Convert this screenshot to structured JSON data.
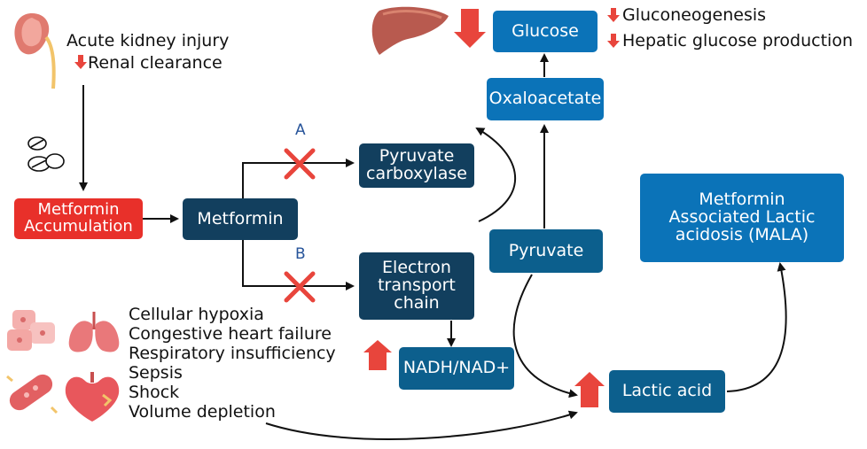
{
  "diagram": {
    "kidney_notes": [
      "Acute kidney injury",
      "Renal clearance"
    ],
    "nodes": {
      "metformin_accumulation": "Metformin Accumulation",
      "metformin": "Metformin",
      "pyruvate_carboxylase": "Pyruvate carboxylase",
      "electron_transport_chain": "Electron transport chain",
      "nadh": "NADH/NAD+",
      "pyruvate": "Pyruvate",
      "oxaloacetate": "Oxaloacetate",
      "glucose": "Glucose",
      "lactic_acid": "Lactic acid",
      "mala": "Metformin Associated Lactic acidosis (MALA)"
    },
    "path_labels": {
      "a": "A",
      "b": "B"
    },
    "glucose_effects": [
      "Gluconeogenesis",
      "Hepatic glucose production"
    ],
    "risk_factors": [
      "Cellular hypoxia",
      "Congestive heart failure",
      "Respiratory insufficiency",
      "Sepsis",
      "Shock",
      "Volume depletion"
    ]
  },
  "colors": {
    "red_arrow": "#e8453c",
    "accumulation_box": "#e8302a",
    "dark_box": "#123f5e",
    "mid_box": "#0c5f8d",
    "blue_box": "#0b73b8",
    "label_blue": "#27549a"
  },
  "icons": [
    "kidney-icon",
    "pills-icon",
    "liver-icon",
    "cells-icon",
    "lungs-icon",
    "bacteria-icon",
    "heart-icon",
    "cross-icon",
    "up-arrow-icon",
    "down-arrow-icon"
  ]
}
